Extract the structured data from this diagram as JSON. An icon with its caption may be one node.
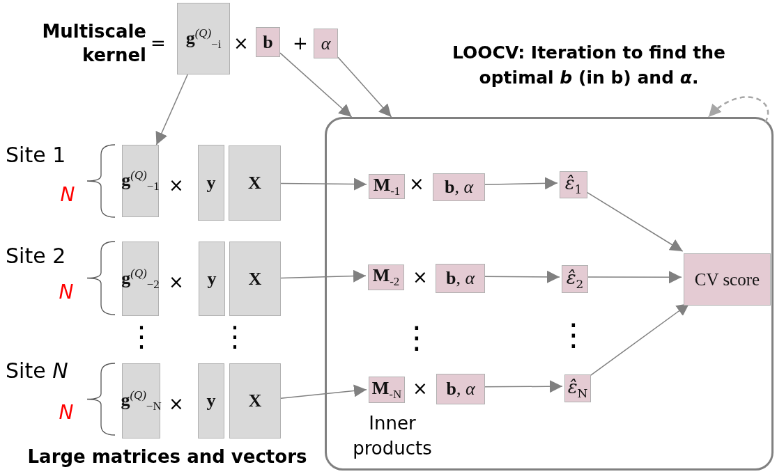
{
  "diagram": {
    "nodes": [
      {
        "text": [
          "**g**$^{(Q)}$$_{−i}$"
        ]
      },
      {
        "text": [
          "b"
        ]
      },
      {
        "text": [
          "α"
        ]
      },
      {
        "text": [
          "LOOCV: Iteration to find the optimal *b* (in **b**) and *α*."
        ]
      },
      {
        "text": [
          "**g**$^{(Q)}$$_{−1}$"
        ]
      },
      {
        "text": [
          "y"
        ]
      },
      {
        "text": [
          "X"
        ]
      },
      {
        "text": [
          "**g**$^{(Q)}$$_{−2}$"
        ]
      },
      {
        "text": [
          "y"
        ]
      },
      {
        "text": [
          "X"
        ]
      },
      {
        "text": [
          "**g**$^{(Q)}$$_{−N}$"
        ]
      },
      {
        "text": [
          "y"
        ]
      },
      {
        "text": [
          "X"
        ]
      },
      {
        "text": [
          "**M**$_{-1}$"
        ],
        "in": 3
      },
      {
        "text": [
          "**b**, *α*"
        ],
        "in": 3
      },
      {
        "text": [
          "*ε̂*$_{1}$"
        ],
        "in": 3
      },
      {
        "text": [
          "**M**$_{-2}$"
        ],
        "in": 3
      },
      {
        "text": [
          "**b**, *α*"
        ],
        "in": 3
      },
      {
        "text": [
          "*ε̂*$_{2}$"
        ],
        "in": 3
      },
      {
        "text": [
          "**M**$_{-N}$"
        ],
        "in": 3
      },
      {
        "text": [
          "**b**, *α*"
        ],
        "in": 3
      },
      {
        "text": [
          "*ε̂*$_{N}$"
        ],
        "in": 3
      },
      {
        "text": [
          "CV score"
        ],
        "in": 3
      }
    ],
    "edges": [
      {
        "from": 0,
        "to": 4,
        "arrow": "to"
      },
      {
        "from": 1,
        "to": 3,
        "arrow": "to"
      },
      {
        "from": 2,
        "to": 3,
        "arrow": "to"
      },
      {
        "from": null,
        "to": 3,
        "arrow": "to",
        "style": "dashed",
        "color": "#a6a6a6"
      },
      {
        "from": 6,
        "to": 13,
        "arrow": "to"
      },
      {
        "from": 9,
        "to": 16,
        "arrow": "to"
      },
      {
        "from": 12,
        "to": 19,
        "arrow": "to"
      },
      {
        "from": 14,
        "to": 15,
        "arrow": "to"
      },
      {
        "from": 17,
        "to": 18,
        "arrow": "to"
      },
      {
        "from": 20,
        "to": 21,
        "arrow": "to"
      },
      {
        "from": 15,
        "to": 22,
        "arrow": "to"
      },
      {
        "from": 18,
        "to": 22,
        "arrow": "to"
      },
      {
        "from": 21,
        "to": 22,
        "arrow": "to"
      }
    ],
    "labels": [
      "Multiscale kernel",
      "=",
      "×",
      "+",
      "Site 1",
      "N",
      "×",
      "Site 2",
      "N",
      "×",
      "⋮",
      "⋮",
      "Site *N*",
      "N",
      "×",
      "Large matrices and vectors",
      "×",
      "×",
      "⋮",
      "⋮",
      "×",
      "Inner products"
    ]
  }
}
